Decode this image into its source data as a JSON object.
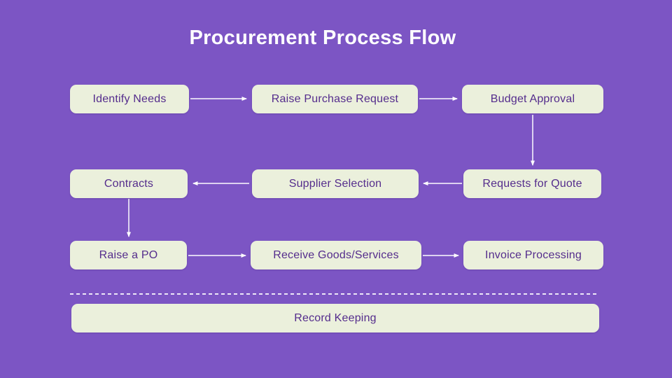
{
  "title": "Procurement Process Flow",
  "nodes": {
    "identify_needs": "Identify Needs",
    "raise_purchase_request": "Raise Purchase Request",
    "budget_approval": "Budget Approval",
    "requests_for_quote": "Requests for Quote",
    "supplier_selection": "Supplier Selection",
    "contracts": "Contracts",
    "raise_a_po": "Raise a PO",
    "receive_goods_services": "Receive Goods/Services",
    "invoice_processing": "Invoice Processing",
    "record_keeping": "Record Keeping"
  },
  "colors": {
    "background": "#7C55C4",
    "node_fill": "#EBF0DC",
    "node_text": "#542C8C",
    "title_text": "#FFFFFF",
    "connector": "#FDFCFE"
  }
}
